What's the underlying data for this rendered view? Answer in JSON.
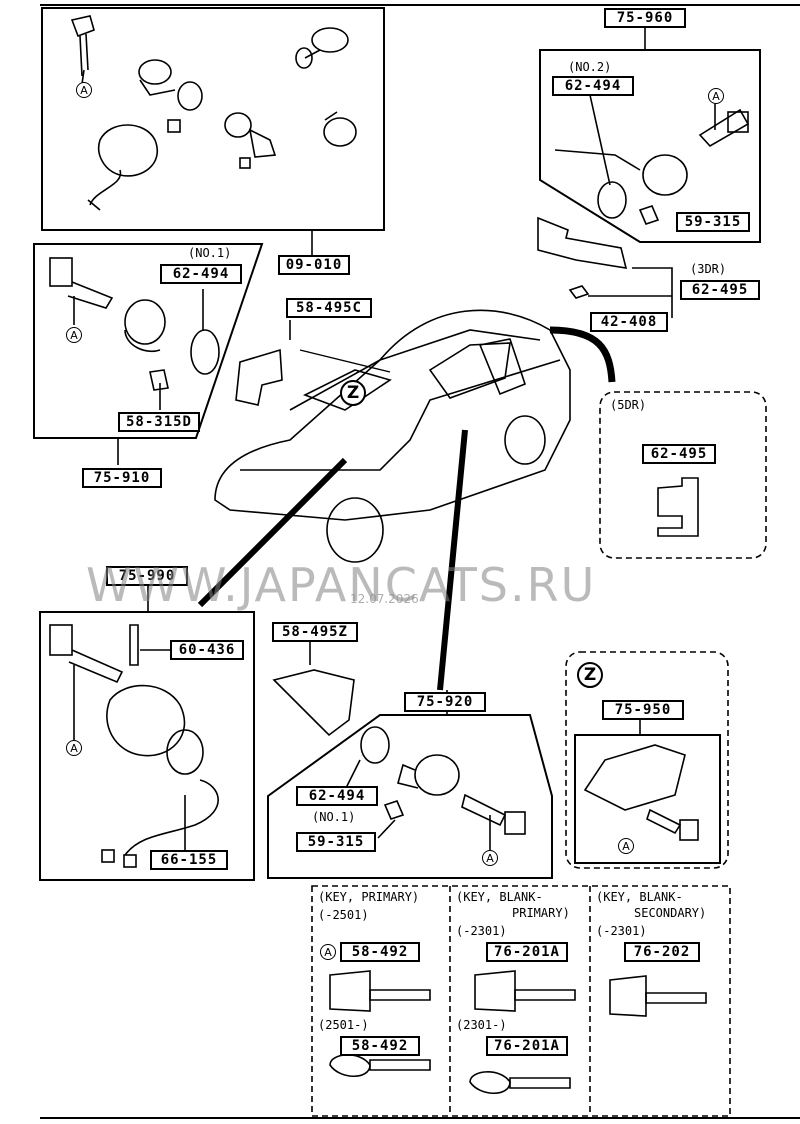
{
  "top_left": {
    "part": "09-010",
    "ref": "A"
  },
  "left_group": {
    "assembly": "75-910",
    "note": "(NO.1)",
    "p1": "62-494",
    "p2": "58-315D",
    "ref": "A"
  },
  "bracket_top": "58-495C",
  "top_right": {
    "assembly": "75-960",
    "note": "(NO.2)",
    "p1": "62-494",
    "p2": "59-315",
    "ref": "A"
  },
  "tailgate": {
    "note_3dr": "(3DR)",
    "p1": "62-495",
    "p2": "42-408"
  },
  "five_door": {
    "label": "(5DR)",
    "part": "62-495"
  },
  "ignition": {
    "assembly": "75-990",
    "p1": "60-436",
    "p2": "66-155",
    "ref": "A"
  },
  "bracket_mid": "58-495Z",
  "door": {
    "assembly": "75-920",
    "p1": "62-494",
    "note": "(NO.1)",
    "p2": "59-315",
    "ref": "A"
  },
  "glovebox": {
    "zone": "Z",
    "assembly": "75-950",
    "ref": "A"
  },
  "car_zone": "Z",
  "keys": {
    "col1": {
      "title": "(KEY, PRIMARY)",
      "range1": "(-2501)",
      "part1": "58-492",
      "range2": "(2501-)",
      "part2": "58-492",
      "ref": "A"
    },
    "col2": {
      "title1": "(KEY, BLANK-",
      "title2": "PRIMARY)",
      "range1": "(-2301)",
      "part1": "76-201A",
      "range2": "(2301-)",
      "part2": "76-201A"
    },
    "col3": {
      "title1": "(KEY, BLANK-",
      "title2": "SECONDARY)",
      "range1": "(-2301)",
      "part1": "76-202"
    }
  },
  "watermark": {
    "text": "WWW.JAPANCATS.RU",
    "date": "12.07.2026"
  }
}
